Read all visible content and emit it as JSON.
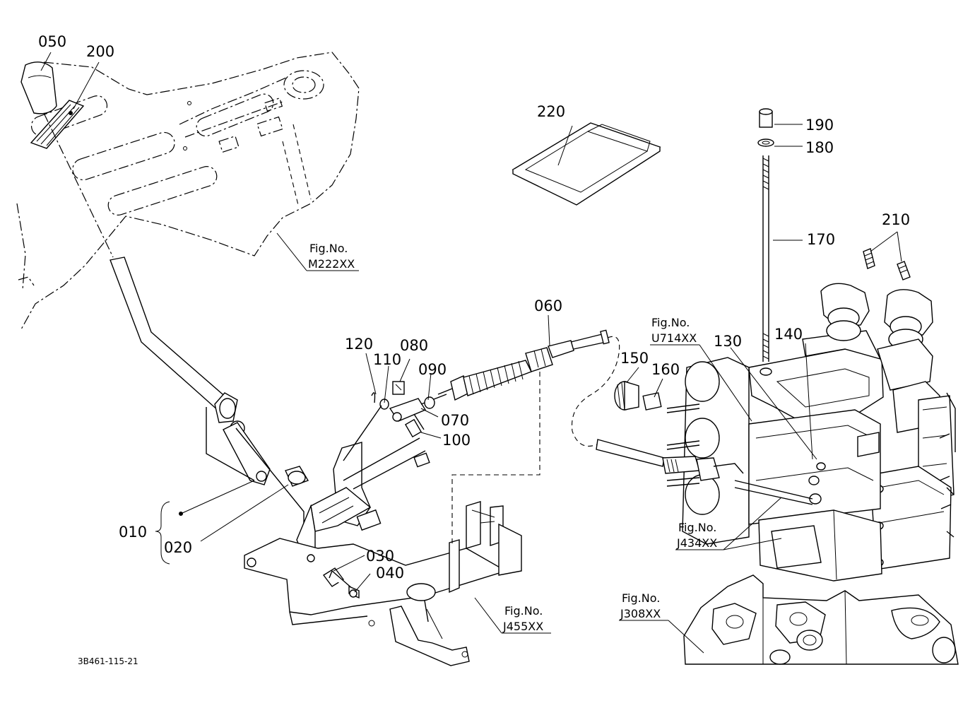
{
  "diagram": {
    "code": "3B461-115-21",
    "parts": {
      "p010": "010",
      "p020": "020",
      "p030": "030",
      "p040": "040",
      "p050": "050",
      "p060": "060",
      "p070": "070",
      "p080": "080",
      "p090": "090",
      "p100": "100",
      "p110": "110",
      "p120": "120",
      "p130": "130",
      "p140": "140",
      "p150": "150",
      "p160": "160",
      "p170": "170",
      "p180": "180",
      "p190": "190",
      "p200": "200",
      "p210": "210",
      "p220": "220"
    },
    "refs": [
      {
        "caption": "Fig.No.",
        "number": "M222XX"
      },
      {
        "caption": "Fig.No.",
        "number": "U714XX"
      },
      {
        "caption": "Fig.No.",
        "number": "J434XX"
      },
      {
        "caption": "Fig.No.",
        "number": "J455XX"
      },
      {
        "caption": "Fig.No.",
        "number": "J308XX"
      }
    ]
  }
}
